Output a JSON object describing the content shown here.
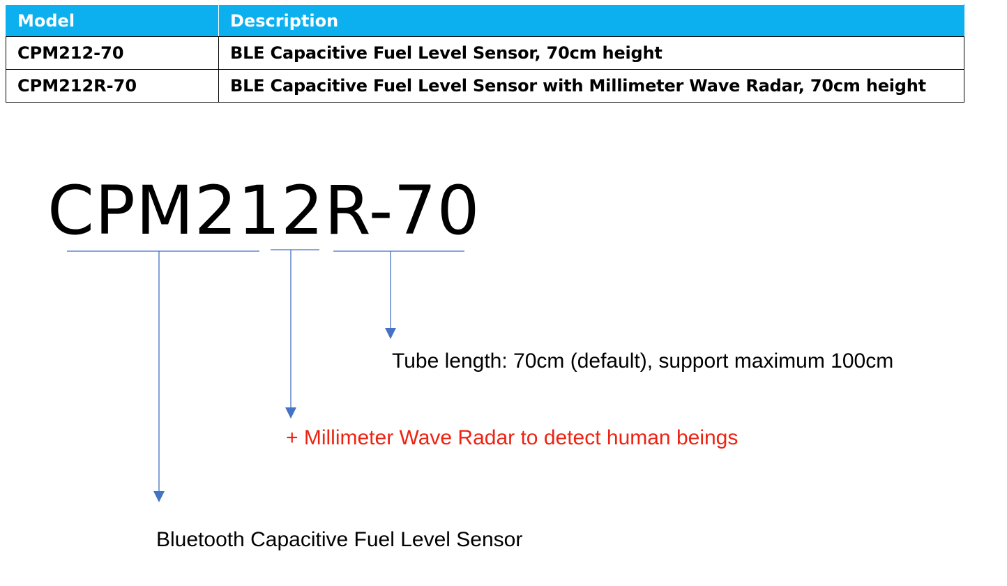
{
  "table": {
    "headers": {
      "model": "Model",
      "description": "Description"
    },
    "rows": [
      {
        "model": "CPM212-70",
        "description": "BLE Capacitive Fuel Level Sensor, 70cm height"
      },
      {
        "model": "CPM212R-70",
        "description": "BLE Capacitive Fuel Level Sensor with Millimeter Wave Radar, 70cm height"
      }
    ]
  },
  "diagram": {
    "model_code": "CPM212R-70",
    "labels": {
      "tube": "Tube length: 70cm (default), support maximum 100cm",
      "radar": "+ Millimeter Wave Radar to detect human beings",
      "bluetooth": "Bluetooth Capacitive Fuel Level Sensor"
    }
  },
  "colors": {
    "header_bg": "#0cb0ee",
    "header_text": "#ffffff",
    "line": "#4472c4",
    "radar_text": "#ee2211"
  }
}
